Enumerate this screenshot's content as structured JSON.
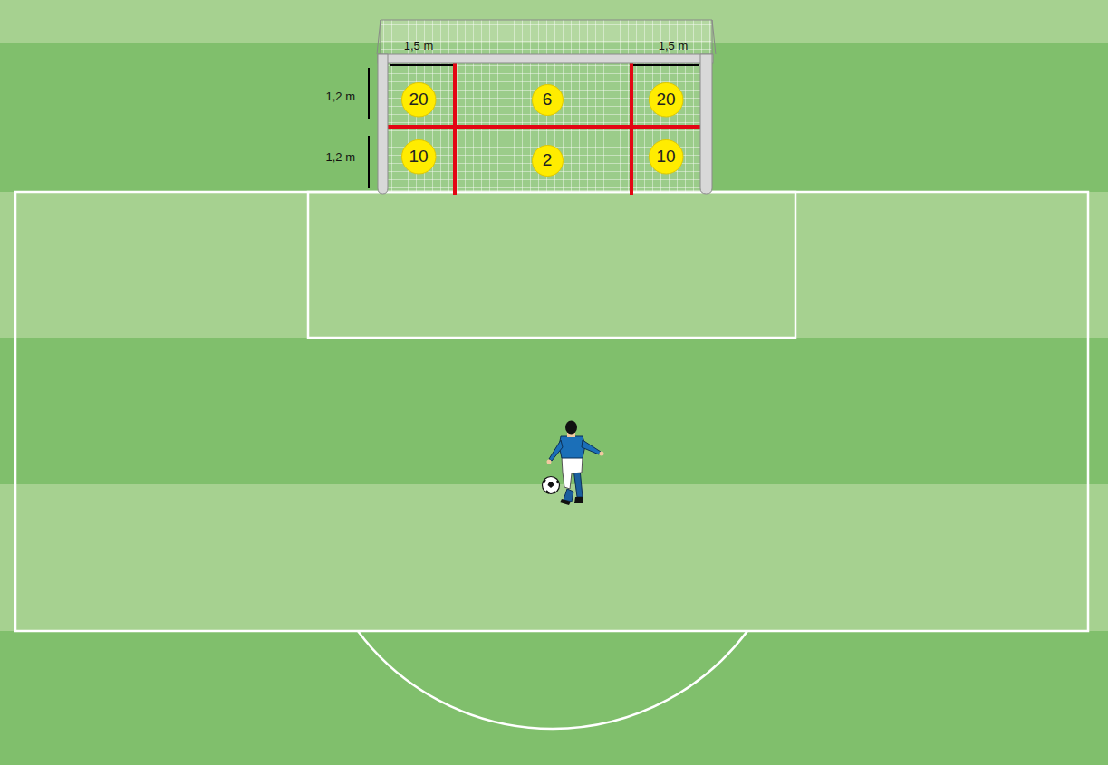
{
  "diagram": {
    "nodes": [
      {
        "text": [
          "20"
        ]
      },
      {
        "text": [
          "6"
        ]
      },
      {
        "text": [
          "20"
        ]
      },
      {
        "text": [
          "10"
        ]
      },
      {
        "text": [
          "2"
        ]
      },
      {
        "text": [
          "10"
        ]
      }
    ],
    "labels": [
      "1,5 m",
      "1,5 m",
      "1,2 m",
      "1,2 m"
    ]
  }
}
